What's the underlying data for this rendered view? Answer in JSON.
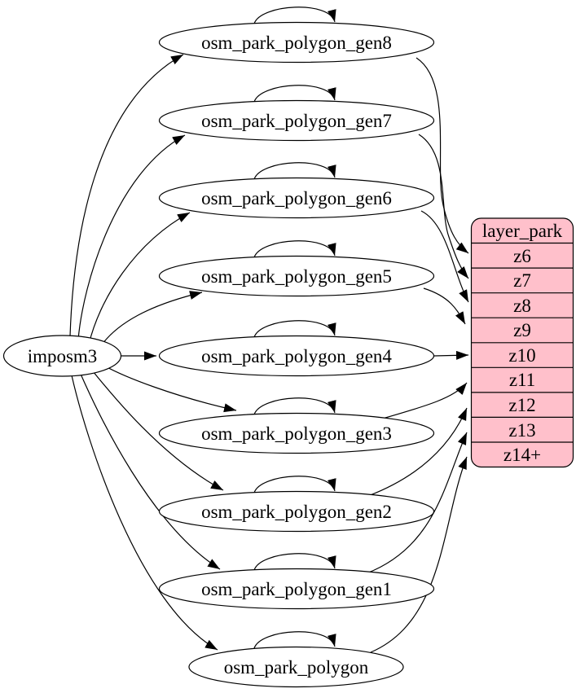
{
  "diagram": {
    "kind": "etl-mapping-graph",
    "source": {
      "label": "imposm3"
    },
    "tables": [
      {
        "label": "osm_park_polygon_gen8",
        "target_row": "z6"
      },
      {
        "label": "osm_park_polygon_gen7",
        "target_row": "z7"
      },
      {
        "label": "osm_park_polygon_gen6",
        "target_row": "z8"
      },
      {
        "label": "osm_park_polygon_gen5",
        "target_row": "z9"
      },
      {
        "label": "osm_park_polygon_gen4",
        "target_row": "z10"
      },
      {
        "label": "osm_park_polygon_gen3",
        "target_row": "z11"
      },
      {
        "label": "osm_park_polygon_gen2",
        "target_row": "z12"
      },
      {
        "label": "osm_park_polygon_gen1",
        "target_row": "z13"
      },
      {
        "label": "osm_park_polygon",
        "target_row": "z14+"
      }
    ],
    "layer": {
      "title": "layer_park",
      "rows": [
        "z6",
        "z7",
        "z8",
        "z9",
        "z10",
        "z11",
        "z12",
        "z13",
        "z14+"
      ]
    },
    "colors": {
      "layer_fill": "#ffc0cb",
      "node_fill": "#ffffff",
      "stroke": "#000000",
      "background": "#ffffff"
    }
  }
}
